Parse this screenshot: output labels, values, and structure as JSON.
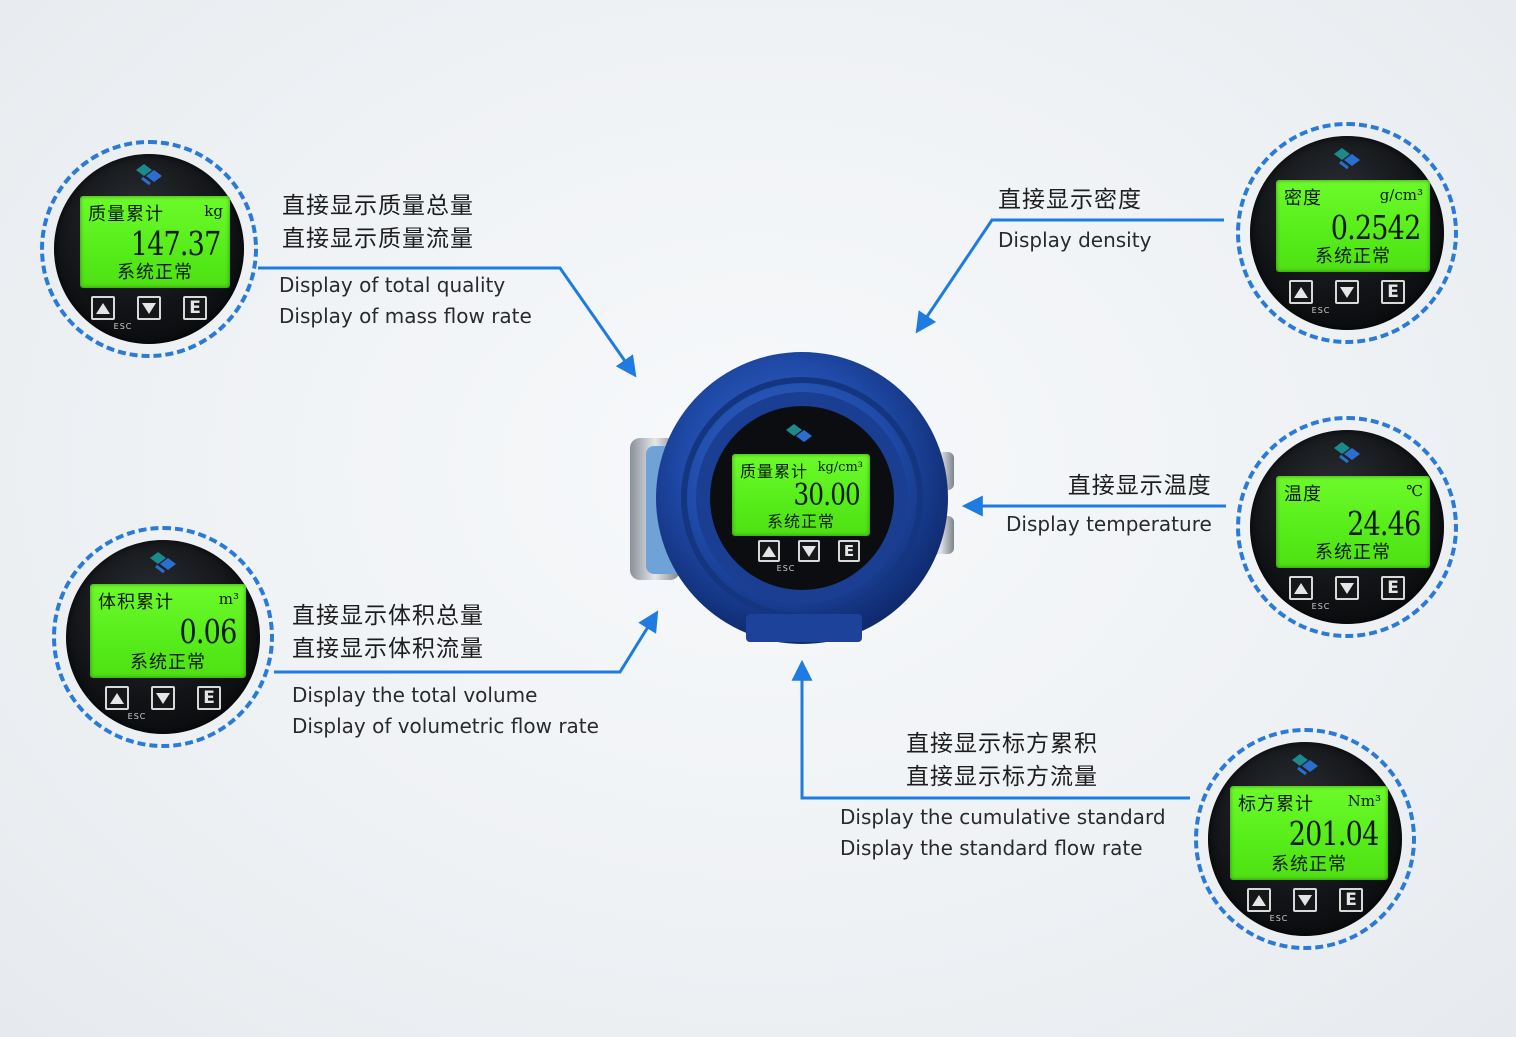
{
  "modules": [
    {
      "id": "mass-total",
      "title": "质量累计",
      "unit": "kg",
      "value": "147.37",
      "status": "系统正常"
    },
    {
      "id": "density",
      "title": "密度",
      "unit": "g/cm³",
      "value": "0.2542",
      "status": "系统正常"
    },
    {
      "id": "temperature",
      "title": "温度",
      "unit": "℃",
      "value": "24.46",
      "status": "系统正常"
    },
    {
      "id": "volume-total",
      "title": "体积累计",
      "unit": "m³",
      "value": "0.06",
      "status": "系统正常"
    },
    {
      "id": "standard-total",
      "title": "标方累计",
      "unit": "Nm³",
      "value": "201.04",
      "status": "系统正常"
    }
  ],
  "device": {
    "title": "质量累计",
    "unit": "kg/cm³",
    "value": "30.00",
    "status": "系统正常"
  },
  "keys": {
    "up": "up-arrow",
    "down": "down-arrow",
    "enter": "E",
    "esc": "ESC"
  },
  "labels": {
    "mass": {
      "cn": [
        "直接显示质量总量",
        "直接显示质量流量"
      ],
      "en": [
        "Display of total quality",
        "Display of mass flow rate"
      ]
    },
    "density": {
      "cn": [
        "直接显示密度"
      ],
      "en": [
        "Display density"
      ]
    },
    "temperature": {
      "cn": [
        "直接显示温度"
      ],
      "en": [
        "Display temperature"
      ]
    },
    "volume": {
      "cn": [
        "直接显示体积总量",
        "直接显示体积流量"
      ],
      "en": [
        "Display the total volume",
        "Display of volumetric flow rate"
      ]
    },
    "standard": {
      "cn": [
        "直接显示标方累积",
        "直接显示标方流量"
      ],
      "en": [
        "Display the cumulative standard",
        "Display the standard flow rate"
      ]
    }
  },
  "colors": {
    "accent": "#1e7be0",
    "lcd": "#5cf01f",
    "housing": "#1f4aa8"
  }
}
